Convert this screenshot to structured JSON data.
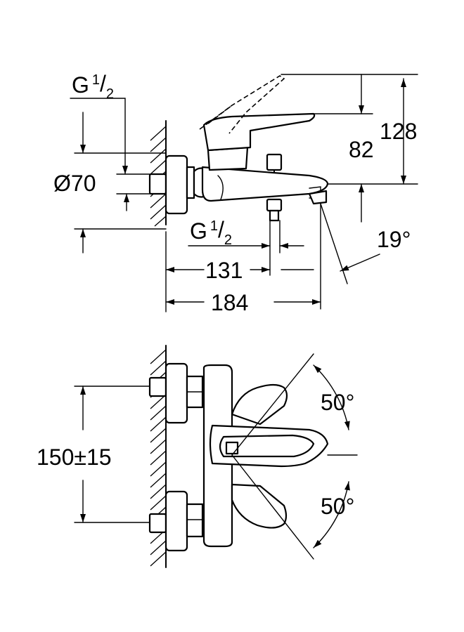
{
  "dimensions": {
    "thread_top": {
      "main": "G",
      "sup": "1",
      "sep": "/",
      "sub": "2"
    },
    "diameter": "Ø70",
    "thread_bottom": {
      "main": "G",
      "sup": "1",
      "sep": "/",
      "sub": "2"
    },
    "d131": "131",
    "d184": "184",
    "d82": "82",
    "d128": "128",
    "angle_spout": "19°",
    "angle_upper": "50°",
    "angle_lower": "50°",
    "spacing": "150±15"
  }
}
